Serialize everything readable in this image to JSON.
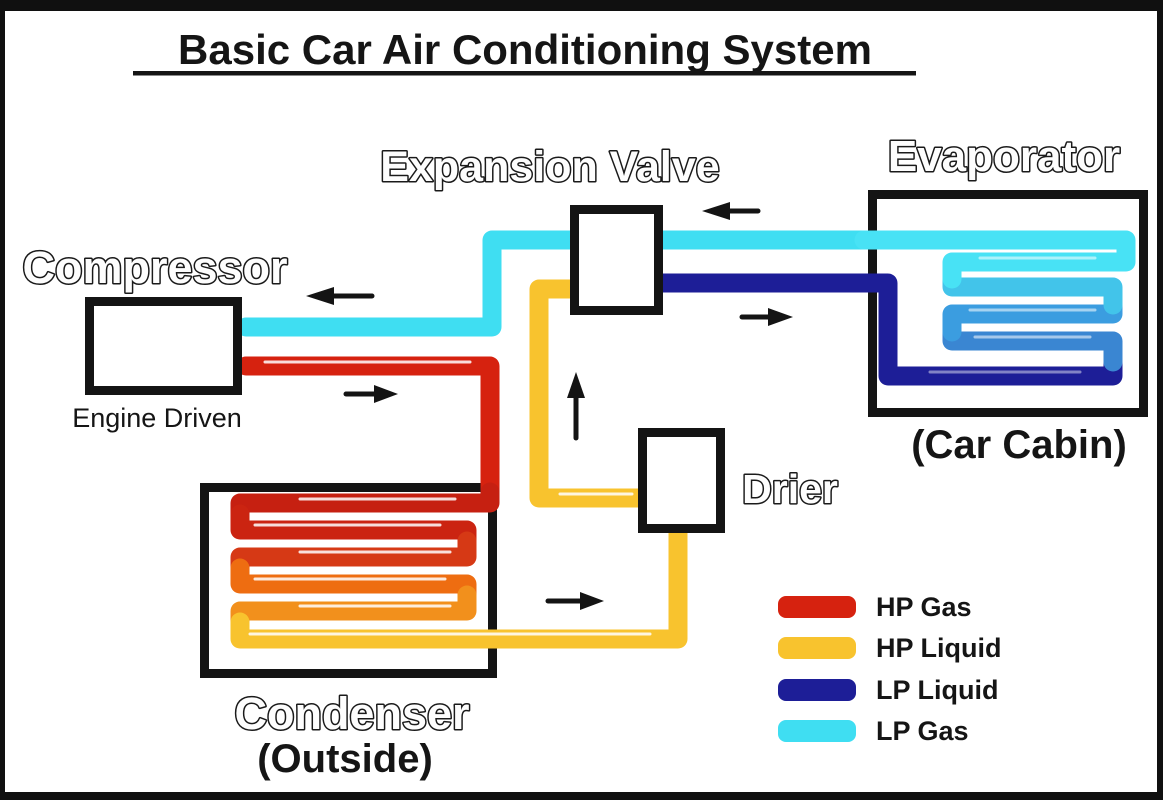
{
  "title": {
    "text": "Basic Car Air Conditioning System"
  },
  "components": {
    "compressor": {
      "label": "Compressor",
      "sublabel": "Engine Driven"
    },
    "expansion_valve": {
      "label": "Expansion Valve"
    },
    "evaporator": {
      "label": "Evaporator",
      "sublabel": "(Car Cabin)"
    },
    "drier": {
      "label": "Drier"
    },
    "condenser": {
      "label": "Condenser",
      "sublabel": "(Outside)"
    }
  },
  "legend": {
    "items": [
      {
        "id": "hp-gas",
        "label": "HP Gas",
        "color": "#d6220f"
      },
      {
        "id": "hp-liquid",
        "label": "HP Liquid",
        "color": "#f8c32e"
      },
      {
        "id": "lp-liquid",
        "label": "LP Liquid",
        "color": "#1d1e97"
      },
      {
        "id": "lp-gas",
        "label": "LP Gas",
        "color": "#3fdef2"
      }
    ]
  },
  "coils": {
    "condenser": [
      "#c62011",
      "#cb2411",
      "#d63915",
      "#ee6d11",
      "#f2901c",
      "#f8c32e"
    ],
    "evaporator": [
      "#1d1e97",
      "#3a86d2",
      "#3b9de0",
      "#42c4ea",
      "#48e2f5"
    ]
  },
  "flow_arrows": [
    {
      "line": "lp-gas",
      "near": "compressor-inlet",
      "direction": "left"
    },
    {
      "line": "hp-gas",
      "near": "compressor-outlet",
      "direction": "right"
    },
    {
      "line": "lp-gas",
      "near": "evaporator-outlet",
      "direction": "left"
    },
    {
      "line": "lp-liquid",
      "near": "evaporator-inlet",
      "direction": "right"
    },
    {
      "line": "hp-liquid",
      "near": "drier-outlet",
      "direction": "up"
    },
    {
      "line": "hp-liquid",
      "near": "condenser-outlet",
      "direction": "right"
    }
  ]
}
